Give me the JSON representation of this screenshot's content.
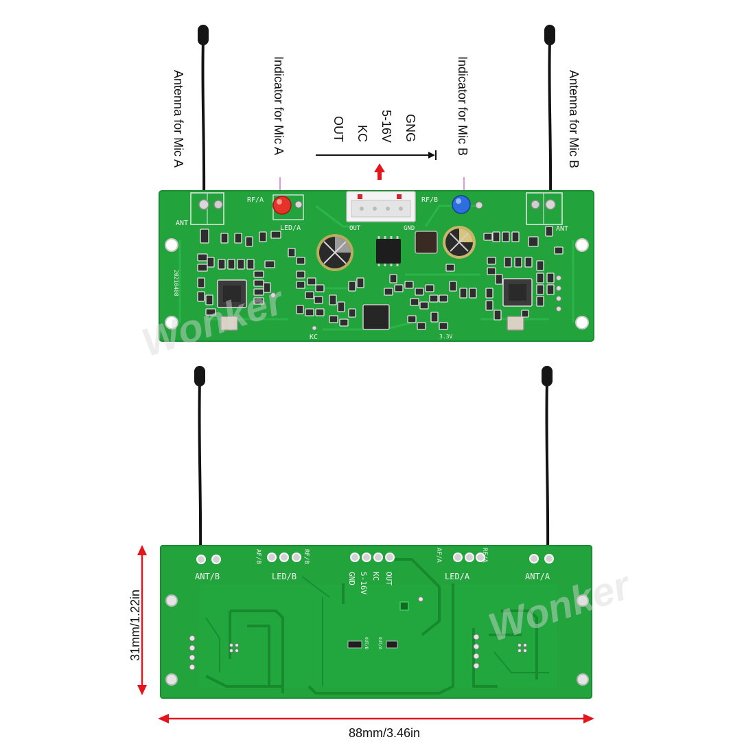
{
  "annotations": {
    "antenna_a": "Antenna for Mic A",
    "indicator_a": "Indicator for Mic A",
    "pins": [
      "GNG",
      "5-16V",
      "KC",
      "OUT"
    ],
    "indicator_b": "Indicator for Mic B",
    "antenna_b": "Antenna for Mic B"
  },
  "top_board": {
    "ant_left": "ANT",
    "rf_a": "RF/A",
    "led_a": "LED/A",
    "out": "OUT",
    "gnd": "GND",
    "rf_b": "RF/B",
    "ant_right": "ANT",
    "kc": "KC",
    "v33": "3.3V",
    "date_code": "20210408"
  },
  "bottom_board": {
    "ant_b": "ANT/B",
    "af_b": "AF/B",
    "rf_b": "RF/B",
    "led_b": "LED/B",
    "pins": [
      "GND",
      "5-16V",
      "KC",
      "OUT"
    ],
    "af_a": "AF/A",
    "rf_a": "RF/A",
    "led_a": "LED/A",
    "ant_a": "ANT/A",
    "out_a": "OUT/A",
    "out_b": "OUT/B"
  },
  "dimensions": {
    "height": "31mm/1.22in",
    "width": "88mm/3.46in"
  },
  "watermark": "Wonker",
  "colors": {
    "board": "#22a33c",
    "trace": "#168a2c",
    "annotation_line": "#d77be0",
    "dimension_arrow": "#e3161e",
    "led_a": "#e5332a",
    "led_b": "#2e6fe0"
  }
}
